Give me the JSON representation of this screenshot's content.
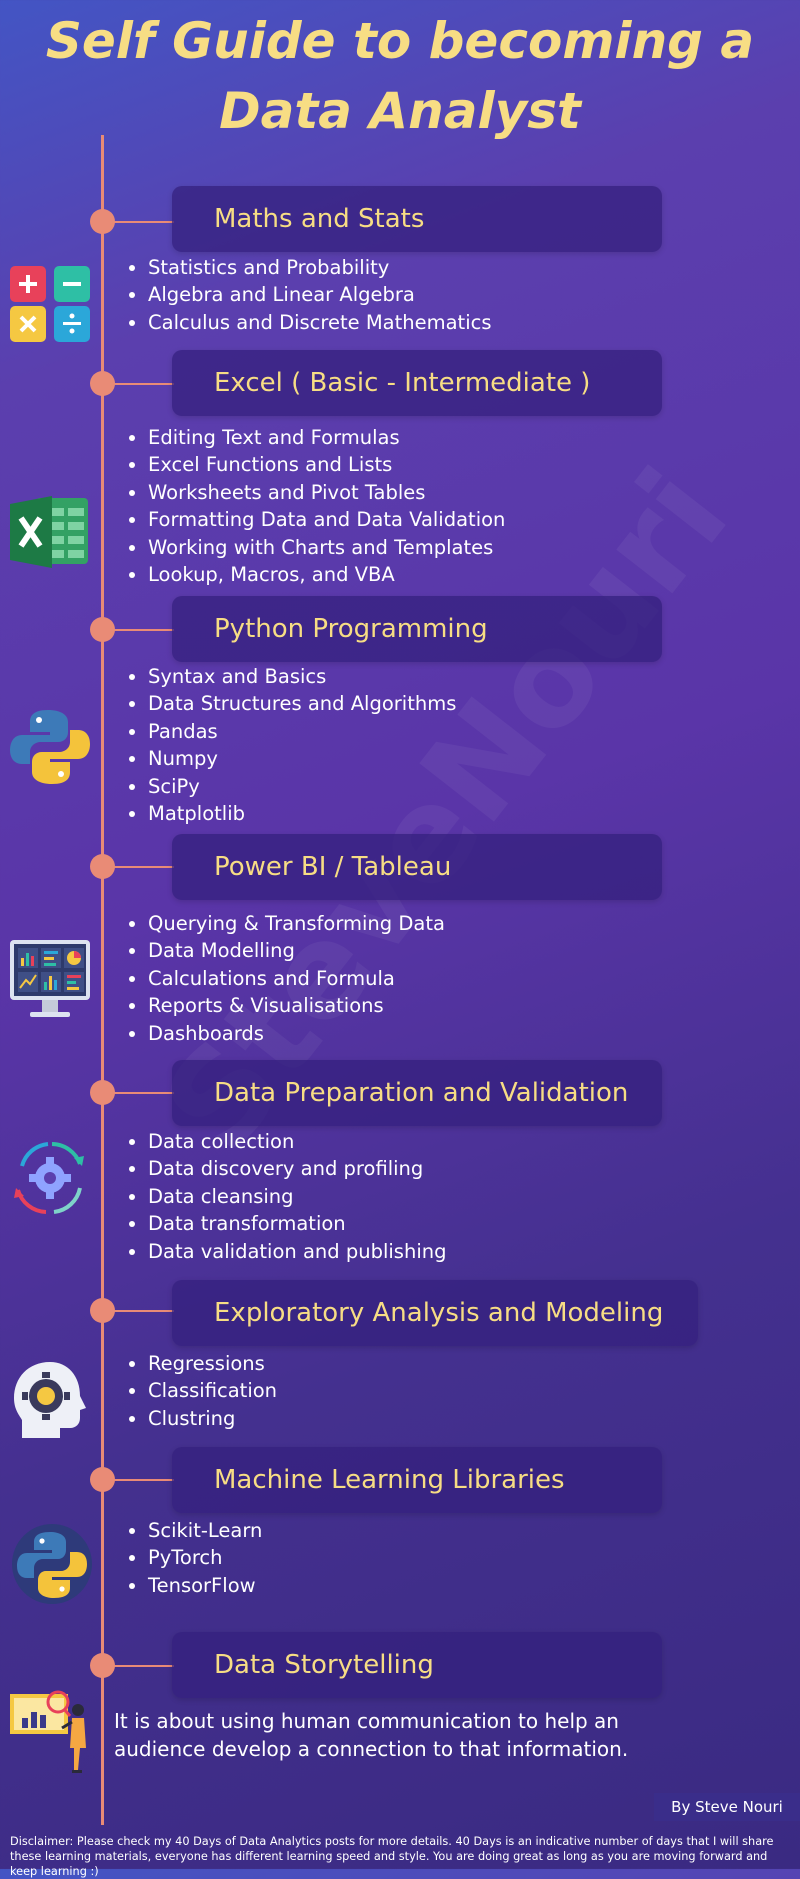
{
  "title_line1": "Self Guide to becoming a",
  "title_line2": "Data Analyst",
  "watermark": "SteveNouri",
  "sections": [
    {
      "title": "Maths and Stats",
      "icon": "math-operators-icon",
      "items": [
        "Statistics and Probability",
        "Algebra and Linear Algebra",
        "Calculus and Discrete Mathematics"
      ]
    },
    {
      "title": "Excel ( Basic - Intermediate )",
      "icon": "excel-icon",
      "items": [
        "Editing Text and Formulas",
        "Excel Functions and Lists",
        "Worksheets and Pivot Tables",
        "Formatting Data and Data Validation",
        "Working with Charts and Templates",
        "Lookup, Macros, and VBA"
      ]
    },
    {
      "title": "Python Programming",
      "icon": "python-icon",
      "items": [
        "Syntax and Basics",
        "Data Structures and Algorithms",
        "Pandas",
        "Numpy",
        "SciPy",
        "Matplotlib"
      ]
    },
    {
      "title": "Power BI / Tableau",
      "icon": "dashboard-monitor-icon",
      "items": [
        "Querying & Transforming Data",
        "Data Modelling",
        "Calculations and Formula",
        "Reports & Visualisations",
        "Dashboards"
      ]
    },
    {
      "title": "Data Preparation and Validation",
      "icon": "gear-cycle-icon",
      "items": [
        "Data collection",
        "Data discovery and profiling",
        "Data cleansing",
        "Data transformation",
        "Data validation and publishing"
      ]
    },
    {
      "title": "Exploratory Analysis and Modeling",
      "icon": "ai-head-icon",
      "items": [
        "Regressions",
        "Classification",
        "Clustring"
      ]
    },
    {
      "title": "Machine Learning Libraries",
      "icon": "python-icon",
      "items": [
        "Scikit-Learn",
        "PyTorch",
        "TensorFlow"
      ]
    },
    {
      "title": "Data Storytelling",
      "icon": "presentation-icon",
      "text": "It is about using human communication to help an audience develop a connection to that information."
    }
  ],
  "author": "By Steve Nouri",
  "disclaimer": "Disclaimer: Please check my 40 Days of Data Analytics posts for more details. 40 Days  is an indicative number of days that I will share these learning materials, everyone has different learning speed and style. You are doing great as long as you are moving forward and keep learning :)",
  "colors": {
    "accent_gold": "#f7dd84",
    "timeline": "#e98b76",
    "header_box": "#34207d",
    "background_top": "#4355c4",
    "background_bottom": "#3a2a82"
  }
}
